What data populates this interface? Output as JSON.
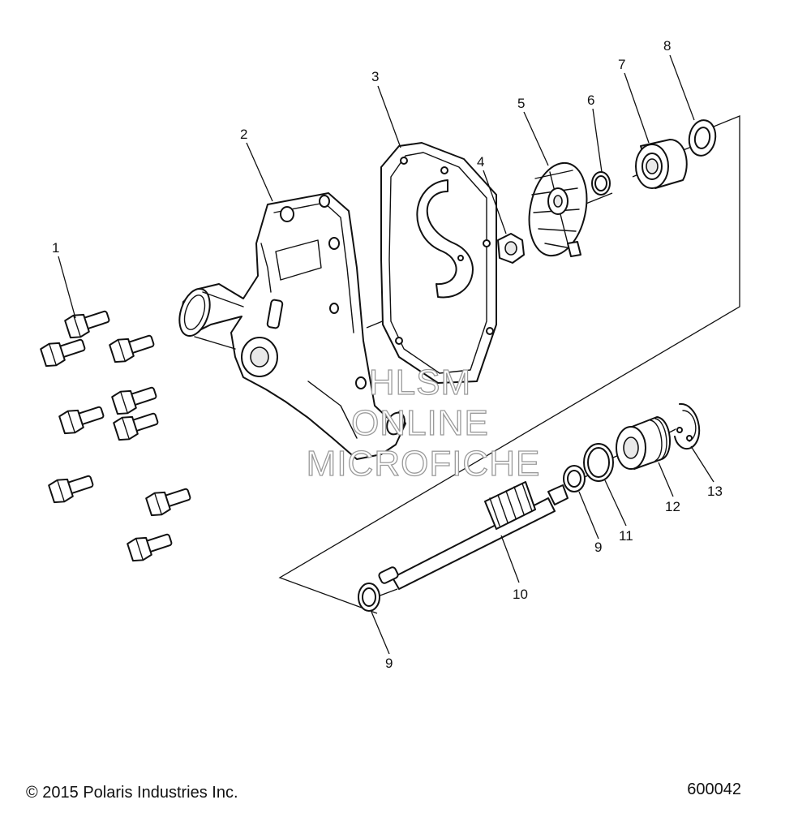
{
  "callouts": [
    {
      "id": "c1",
      "label": "1"
    },
    {
      "id": "c2",
      "label": "2"
    },
    {
      "id": "c3",
      "label": "3"
    },
    {
      "id": "c4",
      "label": "4"
    },
    {
      "id": "c5",
      "label": "5"
    },
    {
      "id": "c6",
      "label": "6"
    },
    {
      "id": "c7",
      "label": "7"
    },
    {
      "id": "c8",
      "label": "8"
    },
    {
      "id": "c9a",
      "label": "9"
    },
    {
      "id": "c9b",
      "label": "9"
    },
    {
      "id": "c10",
      "label": "10"
    },
    {
      "id": "c11",
      "label": "11"
    },
    {
      "id": "c12",
      "label": "12"
    },
    {
      "id": "c13",
      "label": "13"
    }
  ],
  "watermark": {
    "line1": "HLSM",
    "line2": "ONLINE",
    "line3": "MICROFICHE"
  },
  "footer": {
    "copyright": "© 2015 Polaris Industries Inc.",
    "diagram_number": "600042"
  },
  "colors": {
    "line": "#111111",
    "watermark_outline": "#9a9a9a",
    "background": "#ffffff"
  }
}
